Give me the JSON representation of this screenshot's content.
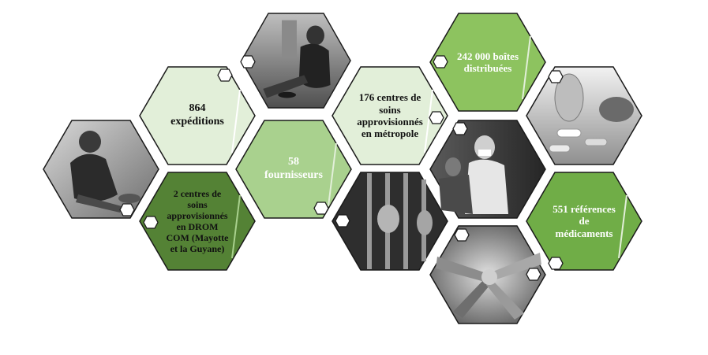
{
  "colors": {
    "pale_green": "#e2efd9",
    "light_green": "#a9d18e",
    "bright_green": "#8dc35f",
    "medium_green": "#70ad47",
    "dark_green": "#548235",
    "outline": "#1a1a1a"
  },
  "tiles": [
    {
      "id": "photo-man-sitting",
      "kind": "photo",
      "scene": "person-sitting-on-ground"
    },
    {
      "id": "stat-expeditions",
      "kind": "stat",
      "text": "864\nexpéditions",
      "fill": "pale_green"
    },
    {
      "id": "stat-drom-com",
      "kind": "stat",
      "text": "2 centres de\nsoins\napprovisionnés\nen DROM\nCOM (Mayotte\net la Guyane)",
      "fill": "dark_green"
    },
    {
      "id": "photo-person-cup",
      "kind": "photo",
      "scene": "person-begging-with-cup"
    },
    {
      "id": "stat-fournisseurs",
      "kind": "stat",
      "text": "58\nfournisseurs",
      "fill": "light_green",
      "light": true
    },
    {
      "id": "photo-prison-bars",
      "kind": "photo",
      "scene": "hands-on-prison-bars"
    },
    {
      "id": "stat-metropole",
      "kind": "stat",
      "text": "176 centres de\nsoins\napprovisionnés\nen métropole",
      "fill": "pale_green"
    },
    {
      "id": "stat-boites",
      "kind": "stat",
      "text": "242 000 boîtes\ndistribuées",
      "fill": "bright_green",
      "light": true
    },
    {
      "id": "photo-medical-care",
      "kind": "photo",
      "scene": "masked-caregivers"
    },
    {
      "id": "photo-hands-together",
      "kind": "photo",
      "scene": "hands-joined"
    },
    {
      "id": "photo-pills",
      "kind": "photo",
      "scene": "pills-and-capsules"
    },
    {
      "id": "stat-medicaments",
      "kind": "stat",
      "text": "551 références\nde\nmédicaments",
      "fill": "medium_green",
      "light": true
    }
  ]
}
